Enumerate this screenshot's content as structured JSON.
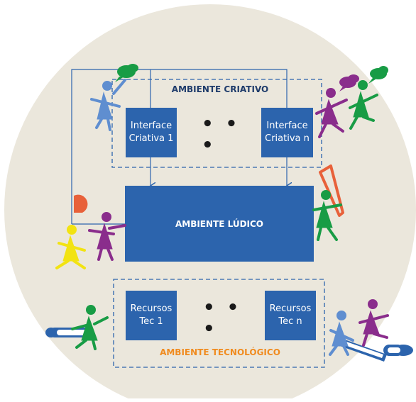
{
  "colors": {
    "background_circle": "#ebe7dc",
    "box_fill": "#2c64ad",
    "line": "#2c64ad",
    "title_creative": "#1f3c6b",
    "title_tech": "#f08b1f",
    "figure_blue": "#5f8ed0",
    "figure_purple": "#8a2d8c",
    "figure_green": "#189c45",
    "figure_yellow": "#f2e312",
    "accent_orange": "#e8613a"
  },
  "ambiente_criativo": {
    "title": "AMBIENTE CRIATIVO",
    "interface_1": "Interface\nCriativa 1",
    "ellipsis": "• • •",
    "interface_n": "Interface\nCriativa n"
  },
  "ambiente_ludico": {
    "title": "AMBIENTE LÚDICO"
  },
  "ambiente_tecnologico": {
    "title": "AMBIENTE TECNOLÓGICO",
    "recursos_1": "Recursos\nTec 1",
    "ellipsis": "• • •",
    "recursos_n": "Recursos\nTec n"
  }
}
